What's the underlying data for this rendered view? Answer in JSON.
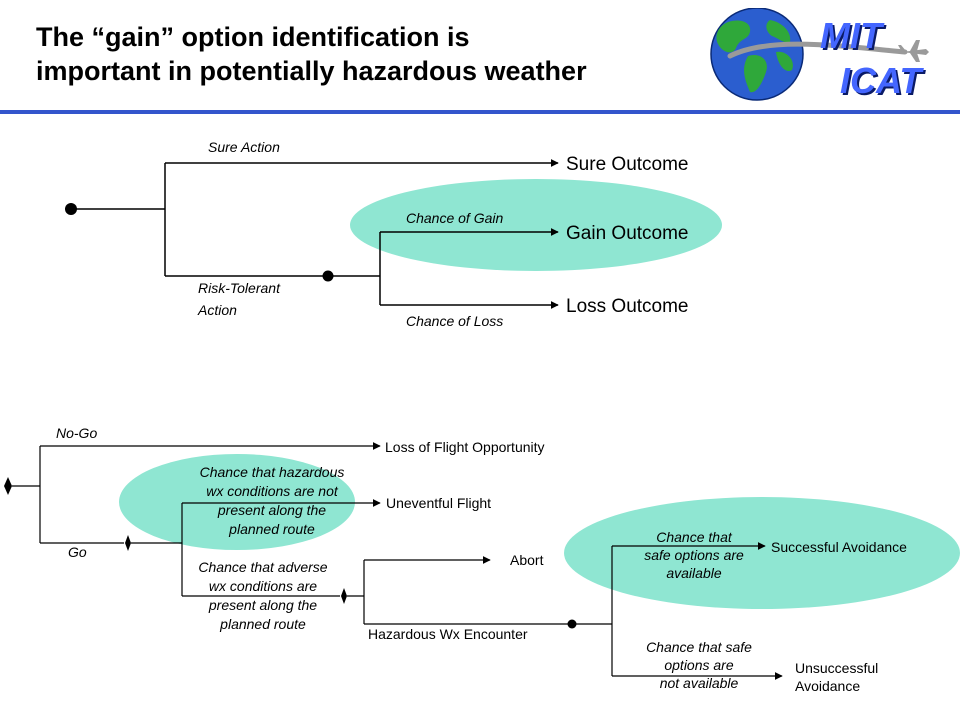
{
  "title": {
    "line1": "The “gain” option identification is",
    "line2": "important in potentially hazardous weather"
  },
  "logo": {
    "line1": "MIT",
    "line2": "ICAT",
    "icons": [
      "globe-icon",
      "airplane-icon"
    ],
    "colors": {
      "text": "#4466ff",
      "shadow": "#0a1a66",
      "ocean": "#2b5ecf",
      "land": "#2fa83a"
    }
  },
  "colors": {
    "highlight": "#8fe6d2",
    "rule": "#3355cc",
    "line": "#000000"
  },
  "top_tree": {
    "sure_action": "Sure Action",
    "risk_action_line1": "Risk-Tolerant",
    "risk_action_line2": "Action",
    "chance_gain": "Chance of Gain",
    "chance_loss": "Chance of Loss",
    "sure_outcome": "Sure Outcome",
    "gain_outcome": "Gain Outcome",
    "loss_outcome": "Loss Outcome"
  },
  "bottom_tree": {
    "no_go": "No-Go",
    "go": "Go",
    "loss_opportunity": "Loss of Flight Opportunity",
    "uneventful": "Uneventful Flight",
    "hazard_absent": [
      "Chance that hazardous",
      "wx conditions are not",
      "present along the",
      "planned route"
    ],
    "adverse_present": [
      "Chance that adverse",
      "wx conditions are",
      "present along the",
      "planned route"
    ],
    "abort": "Abort",
    "hazard_encounter": "Hazardous Wx Encounter",
    "safe_available": [
      "Chance that",
      "safe options are",
      "available"
    ],
    "safe_unavailable": [
      "Chance that safe",
      "options are",
      "not available"
    ],
    "successful": "Successful Avoidance",
    "unsuccessful_line1": "Unsuccessful",
    "unsuccessful_line2": "Avoidance"
  }
}
